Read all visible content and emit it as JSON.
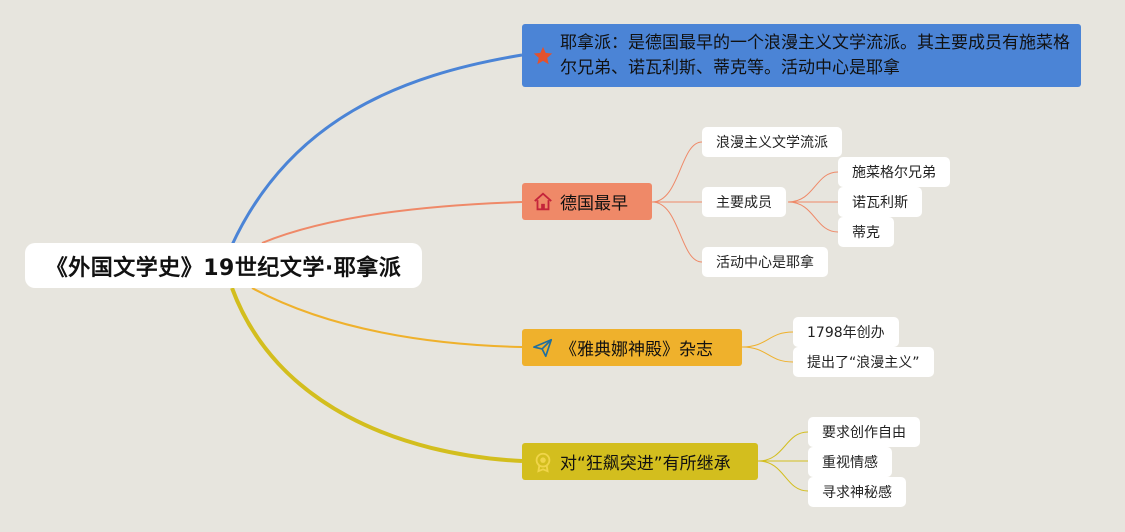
{
  "root": {
    "title": "《外国文学史》19世纪文学·耶拿派"
  },
  "branches": [
    {
      "label": "耶拿派：是德国最早的一个浪漫主义文学流派。其主要成员有施菜格尔兄弟、诺瓦利斯、蒂克等。活动中心是耶拿",
      "icon": "star-icon",
      "color": "#4b84d6"
    },
    {
      "label": "德国最早",
      "icon": "home-icon",
      "color": "#ef8968",
      "children": [
        {
          "label": "浪漫主义文学流派"
        },
        {
          "label": "主要成员",
          "children": [
            {
              "label": "施菜格尔兄弟"
            },
            {
              "label": "诺瓦利斯"
            },
            {
              "label": "蒂克"
            }
          ]
        },
        {
          "label": "活动中心是耶拿"
        }
      ]
    },
    {
      "label": "《雅典娜神殿》杂志",
      "icon": "paper-plane-icon",
      "color": "#efb12c",
      "children": [
        {
          "label": "1798年创办"
        },
        {
          "label": "提出了“浪漫主义”"
        }
      ]
    },
    {
      "label": "对“狂飙突进”有所继承",
      "icon": "badge-icon",
      "color": "#d3be1e",
      "children": [
        {
          "label": "要求创作自由"
        },
        {
          "label": "重视情感"
        },
        {
          "label": "寻求神秘感"
        }
      ]
    }
  ]
}
